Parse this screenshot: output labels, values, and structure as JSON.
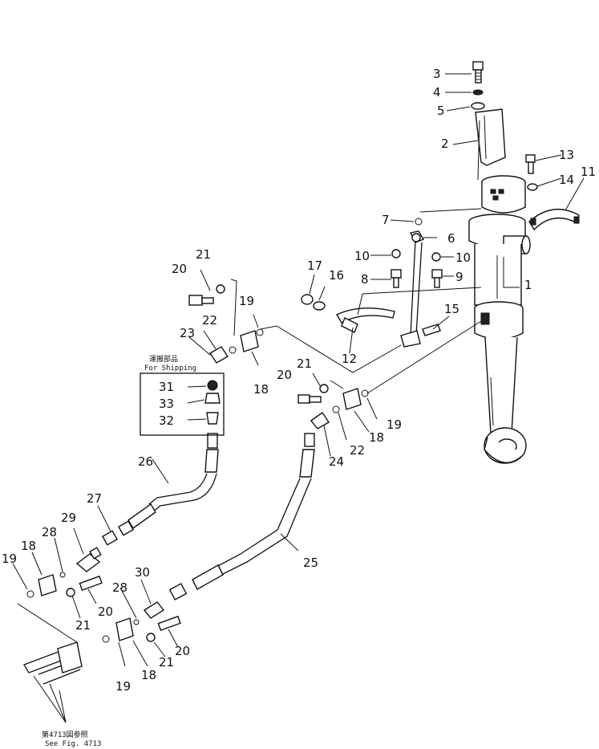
{
  "shipping_box": {
    "title_jp": "運搬部品",
    "title_en": "For Shipping",
    "items": [
      "31",
      "33",
      "32"
    ]
  },
  "reference_note": {
    "jp": "第4713図参照",
    "en": "See Fig. 4713"
  },
  "callouts": {
    "c1": "1",
    "c2": "2",
    "c3": "3",
    "c4": "4",
    "c5": "5",
    "c6": "6",
    "c7": "7",
    "c8": "8",
    "c9": "9",
    "c10a": "10",
    "c10b": "10",
    "c11": "11",
    "c12": "12",
    "c13": "13",
    "c14": "14",
    "c15": "15",
    "c16": "16",
    "c17": "17",
    "c18a": "18",
    "c18b": "18",
    "c18c": "18",
    "c18d": "18",
    "c19a": "19",
    "c19b": "19",
    "c19c": "19",
    "c19d": "19",
    "c20a": "20",
    "c20b": "20",
    "c20c": "20",
    "c20d": "20",
    "c21a": "21",
    "c21b": "21",
    "c21c": "21",
    "c21d": "21",
    "c22a": "22",
    "c22b": "22",
    "c23": "23",
    "c24": "24",
    "c25": "25",
    "c26": "26",
    "c27": "27",
    "c28a": "28",
    "c28b": "28",
    "c29": "29",
    "c30": "30"
  }
}
